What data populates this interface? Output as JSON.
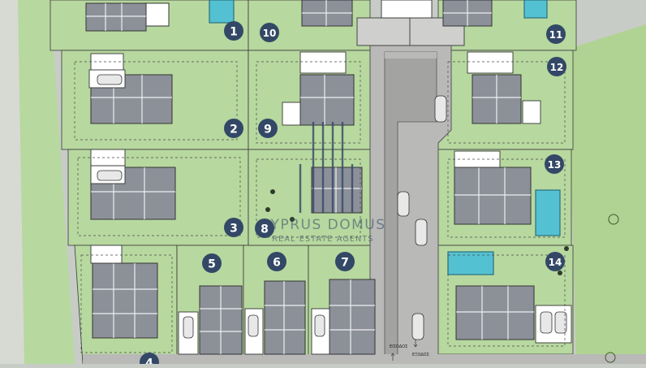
{
  "plan": {
    "colors": {
      "ground": "#c8ccc6",
      "plot": "#b7d89f",
      "plot_dark": "#a9cf8e",
      "road": "#b9b9b7",
      "house": "#8c9099",
      "pool": "#54c1d3",
      "marker": "#334866",
      "marker_text": "#ffffff",
      "line": "#3a3a3a"
    },
    "plots": [
      {
        "number": "1"
      },
      {
        "number": "2"
      },
      {
        "number": "3"
      },
      {
        "number": "4"
      },
      {
        "number": "5"
      },
      {
        "number": "6"
      },
      {
        "number": "7"
      },
      {
        "number": "8"
      },
      {
        "number": "9"
      },
      {
        "number": "10"
      },
      {
        "number": "11"
      },
      {
        "number": "12"
      },
      {
        "number": "13"
      },
      {
        "number": "14"
      }
    ],
    "road_labels": [
      "ΕΙΣΟΔΟΣ",
      "ΕΞΟΔΟΣ"
    ]
  },
  "watermark": {
    "name": "CYPRUS DOMUS",
    "tagline": "REAL ESTATE AGENTS"
  }
}
